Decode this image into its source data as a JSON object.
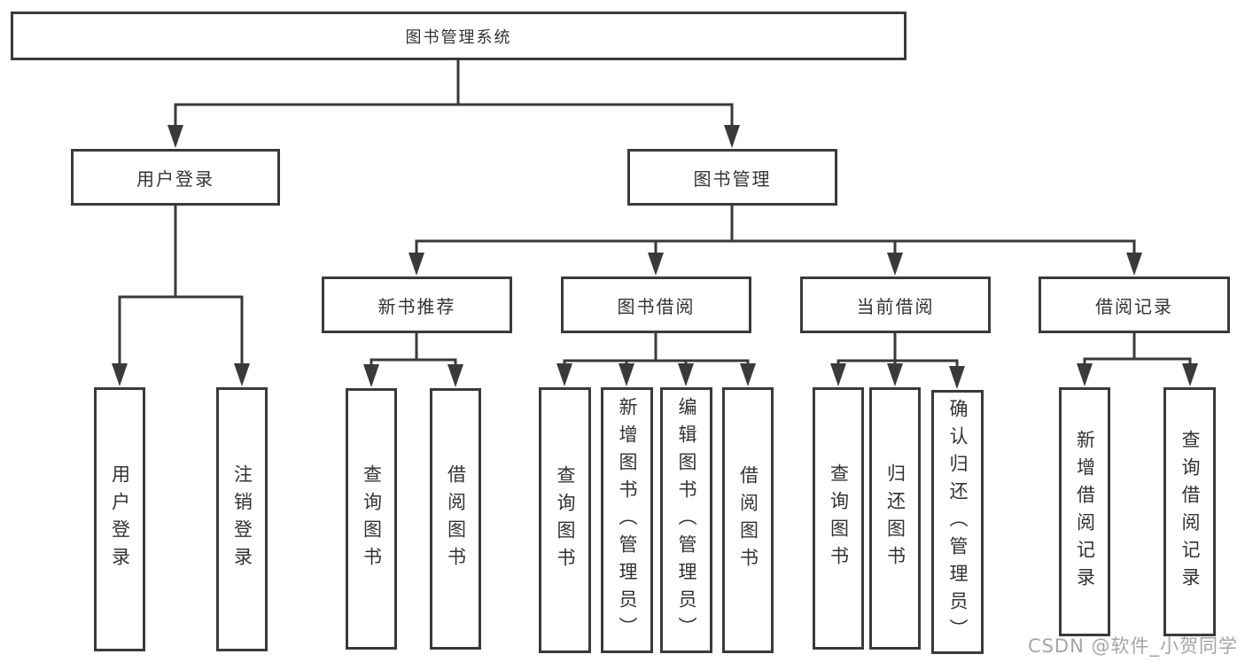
{
  "colors": {
    "line": "#3a3a3a",
    "box_border": "#3a3a3a",
    "box_background": "#ffffff",
    "text": "#333333",
    "watermark": "#a5a5a5"
  },
  "tree": {
    "root": {
      "label": "图书管理系统"
    },
    "level2": [
      {
        "id": "user-login",
        "label": "用户登录"
      },
      {
        "id": "book-management",
        "label": "图书管理"
      }
    ],
    "level3": [
      {
        "id": "new-book-recommend",
        "label": "新书推荐"
      },
      {
        "id": "book-borrowing",
        "label": "图书借阅"
      },
      {
        "id": "current-borrowing",
        "label": "当前借阅"
      },
      {
        "id": "borrowing-records",
        "label": "借阅记录"
      }
    ],
    "leaves": {
      "user_login": [
        "用户登录",
        "注销登录"
      ],
      "new_book_recommend": [
        "查询图书",
        "借阅图书"
      ],
      "book_borrowing": [
        "查询图书",
        "新增图书（管理员）",
        "编辑图书（管理员）",
        "借阅图书"
      ],
      "current_borrowing": [
        "查询图书",
        "归还图书",
        "确认归还（管理员）"
      ],
      "borrowing_records": [
        "新增借阅记录",
        "查询借阅记录"
      ]
    }
  },
  "watermark": {
    "text": "CSDN @软件_小贺同学"
  }
}
